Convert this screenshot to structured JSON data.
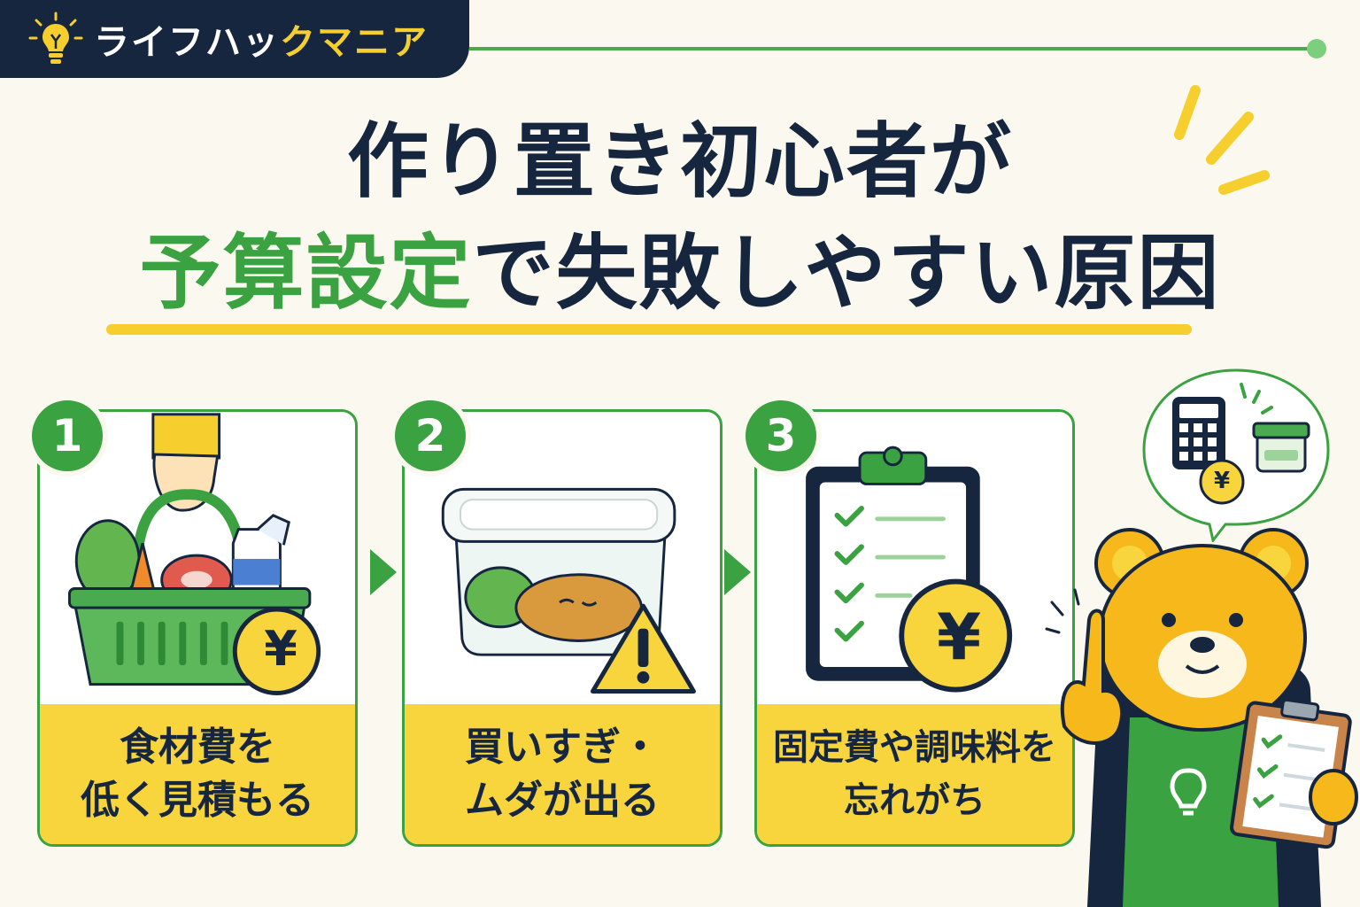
{
  "brand": {
    "name_part1": "ライフハッ",
    "name_part2": "クマニア",
    "icon": "lightbulb-icon"
  },
  "title": {
    "line1": "作り置き初心者が",
    "line2_highlight": "予算設定",
    "line2_rest": "で失敗しやすい原因"
  },
  "cards": [
    {
      "number": "1",
      "line1": "食材費を",
      "line2": "低く見積もる",
      "icon": "grocery-basket-yen-icon"
    },
    {
      "number": "2",
      "line1": "買いすぎ・",
      "line2": "ムダが出る",
      "icon": "food-container-warning-icon"
    },
    {
      "number": "3",
      "line1": "固定費や調味料を",
      "line2": "忘れがち",
      "icon": "clipboard-yen-icon"
    }
  ],
  "mascot": {
    "icon": "bear-mascot-icon",
    "speech_icons": [
      "calculator-icon",
      "yen-coin-icon",
      "container-icon"
    ],
    "yen_symbol": "¥"
  },
  "yen_symbol": "¥",
  "colors": {
    "navy": "#16263f",
    "green": "#3aa240",
    "yellow": "#f8d53c",
    "background": "#fbf8ef"
  }
}
